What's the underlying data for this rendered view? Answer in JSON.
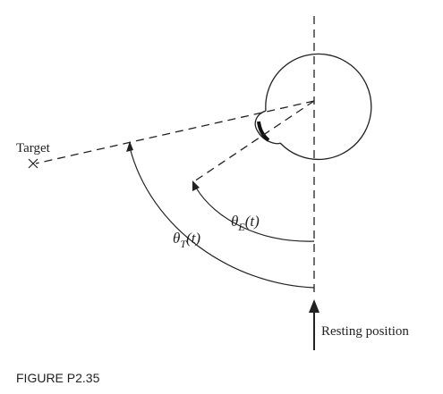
{
  "diagram": {
    "target_label": "Target",
    "resting_label": "Resting position",
    "theta_t": {
      "symbol": "θ",
      "subscript": "T",
      "arg": "(t)"
    },
    "theta_e": {
      "symbol": "θ",
      "subscript": "E",
      "arg": "(t)"
    },
    "caption": "FIGURE P2.35"
  }
}
